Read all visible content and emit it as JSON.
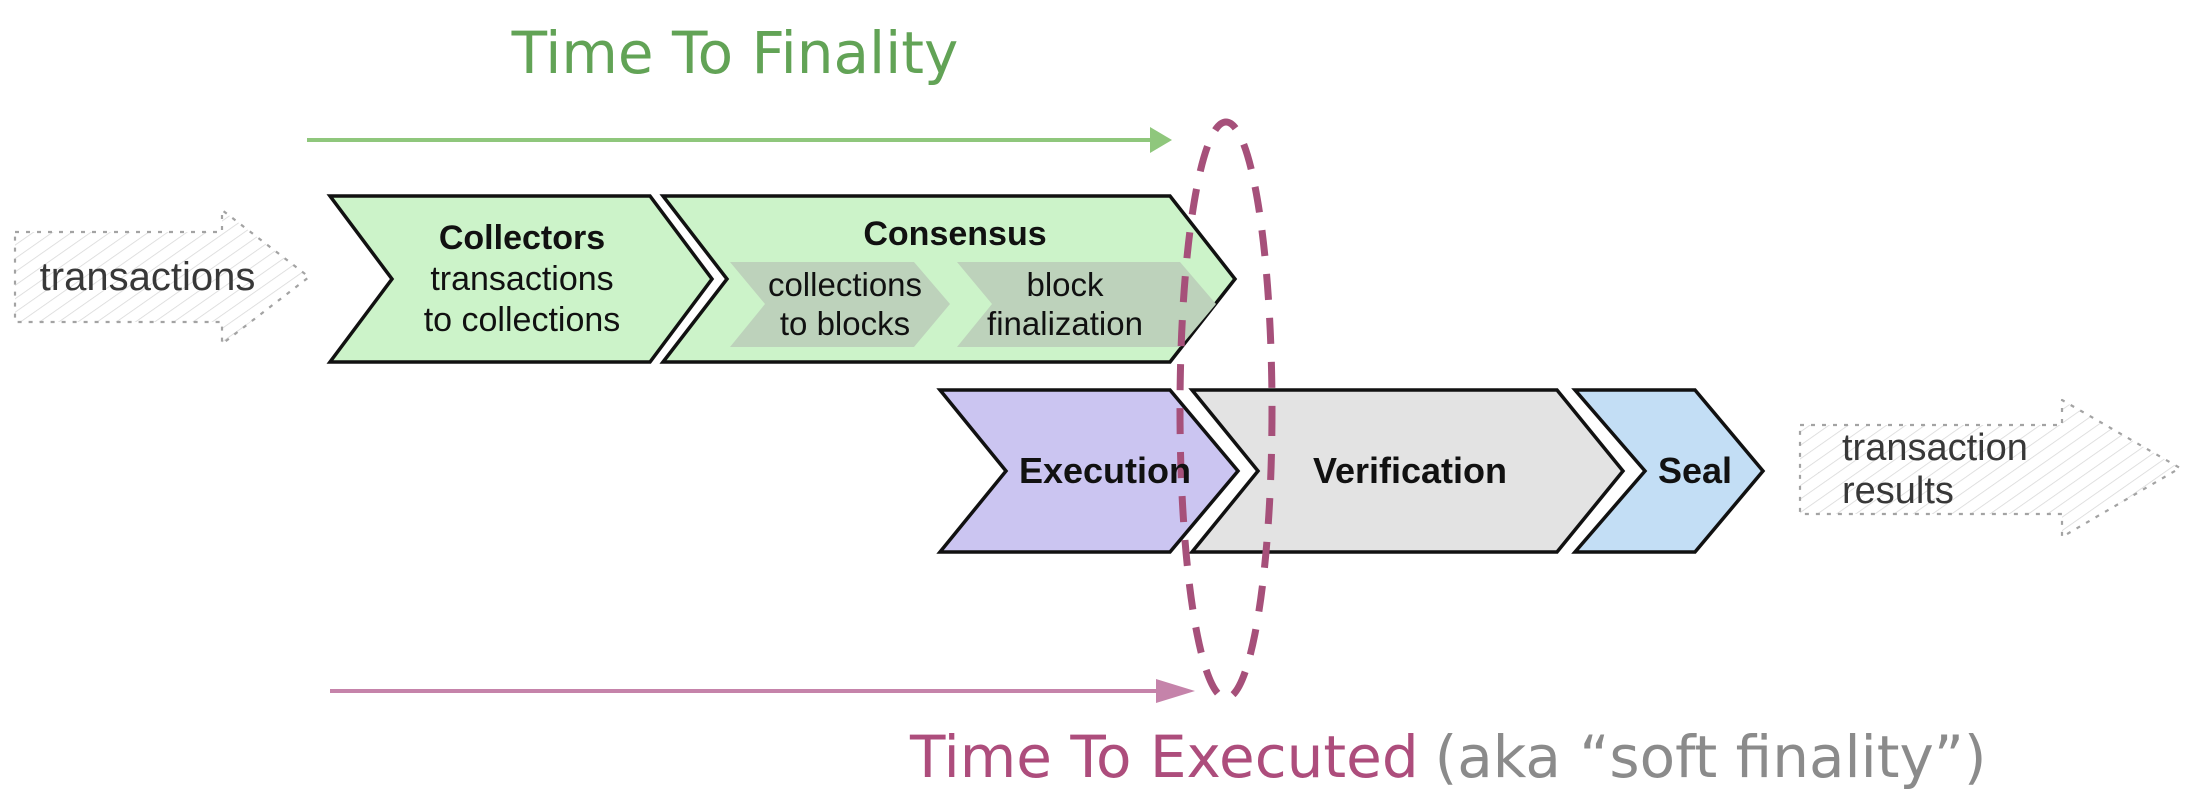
{
  "titles": {
    "time_to_finality": "Time To Finality",
    "time_to_executed": "Time To Executed",
    "soft_finality_note": "(aka “soft finality”)"
  },
  "io": {
    "input_label": "transactions",
    "output_label_line1": "transaction",
    "output_label_line2": "results"
  },
  "stages": {
    "collectors": {
      "title": "Collectors",
      "subtitle_line1": "transactions",
      "subtitle_line2": "to collections"
    },
    "consensus": {
      "title": "Consensus",
      "steps": [
        {
          "line1": "collections",
          "line2": "to blocks"
        },
        {
          "line1": "block",
          "line2": "finalization"
        }
      ]
    },
    "execution": {
      "title": "Execution"
    },
    "verification": {
      "title": "Verification"
    },
    "seal": {
      "title": "Seal"
    }
  },
  "colors": {
    "finality_green": "#62a356",
    "arrow_green": "#8fc77c",
    "stage_green": "#ccf3c9",
    "stage_substep_green": "#bdd2bb",
    "stage_purple": "#cbc5f1",
    "stage_gray": "#e3e3e3",
    "stage_blue": "#c3def5",
    "executed_maroon": "#a6507a",
    "executed_text_maroon": "#ad4d7c",
    "arrow_pink": "#c583aa",
    "note_gray": "#8b8b8b",
    "outline_black": "#111111",
    "sketch_gray": "#a3a3a3"
  }
}
